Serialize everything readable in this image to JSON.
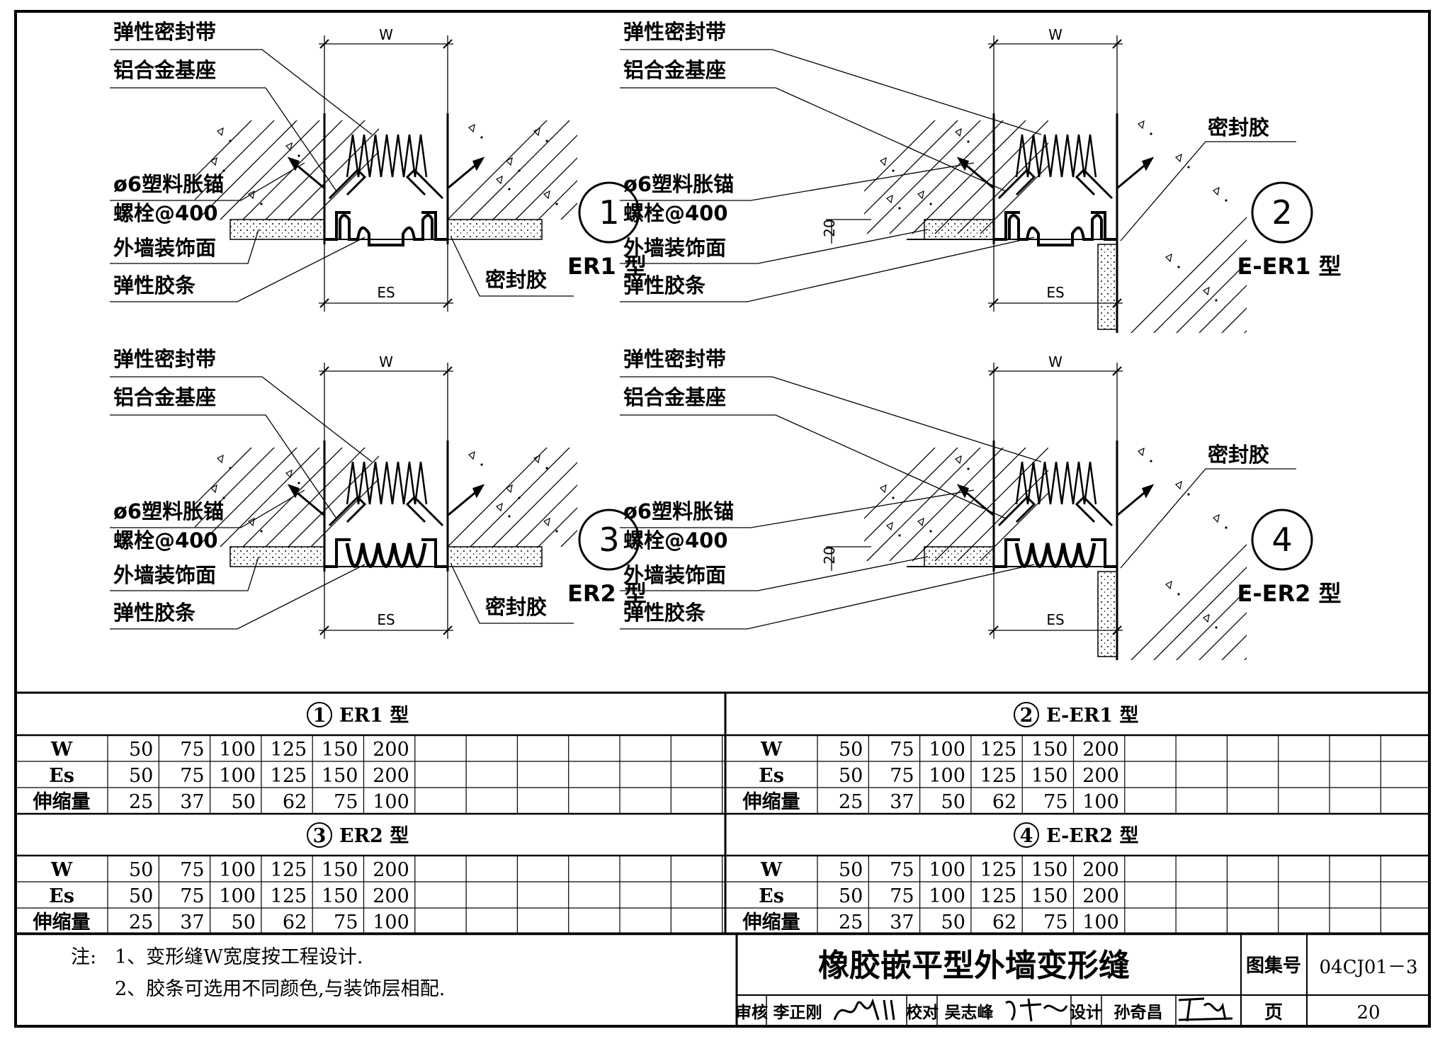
{
  "details": [
    {
      "number": "1",
      "type_label": "ER1 型",
      "variant": "ER1",
      "labels": {
        "seal_strip": "弹性密封带",
        "base": "铝合金基座",
        "anchor": "ø6塑料胀锚",
        "bolt": "螺栓@400",
        "finish": "外墙装饰面",
        "rubber": "弹性胶条",
        "sealant": "密封胶"
      },
      "dims": {
        "w": "W",
        "es": "ES"
      }
    },
    {
      "number": "2",
      "type_label": "E-ER1 型",
      "variant": "E-ER1",
      "labels": {
        "seal_strip": "弹性密封带",
        "base": "铝合金基座",
        "anchor": "ø6塑料胀锚",
        "bolt": "螺栓@400",
        "finish": "外墙装饰面",
        "rubber": "弹性胶条",
        "sealant": "密封胶"
      },
      "dims": {
        "w": "W",
        "es": "ES",
        "offset": "20"
      }
    },
    {
      "number": "3",
      "type_label": "ER2 型",
      "variant": "ER2",
      "labels": {
        "seal_strip": "弹性密封带",
        "base": "铝合金基座",
        "anchor": "ø6塑料胀锚",
        "bolt": "螺栓@400",
        "finish": "外墙装饰面",
        "rubber": "弹性胶条",
        "sealant": "密封胶"
      },
      "dims": {
        "w": "W",
        "es": "ES"
      }
    },
    {
      "number": "4",
      "type_label": "E-ER2 型",
      "variant": "E-ER2",
      "labels": {
        "seal_strip": "弹性密封带",
        "base": "铝合金基座",
        "anchor": "ø6塑料胀锚",
        "bolt": "螺栓@400",
        "finish": "外墙装饰面",
        "rubber": "弹性胶条",
        "sealant": "密封胶"
      },
      "dims": {
        "w": "W",
        "es": "ES",
        "offset": "20"
      }
    }
  ],
  "tables": [
    {
      "number": "1",
      "title": "ER1 型",
      "rows": [
        {
          "header": "W",
          "values": [
            "50",
            "75",
            "100",
            "125",
            "150",
            "200"
          ]
        },
        {
          "header": "Es",
          "values": [
            "50",
            "75",
            "100",
            "125",
            "150",
            "200"
          ]
        },
        {
          "header": "伸缩量",
          "values": [
            "25",
            "37",
            "50",
            "62",
            "75",
            "100"
          ]
        }
      ]
    },
    {
      "number": "2",
      "title": "E-ER1 型",
      "rows": [
        {
          "header": "W",
          "values": [
            "50",
            "75",
            "100",
            "125",
            "150",
            "200"
          ]
        },
        {
          "header": "Es",
          "values": [
            "50",
            "75",
            "100",
            "125",
            "150",
            "200"
          ]
        },
        {
          "header": "伸缩量",
          "values": [
            "25",
            "37",
            "50",
            "62",
            "75",
            "100"
          ]
        }
      ]
    },
    {
      "number": "3",
      "title": "ER2 型",
      "rows": [
        {
          "header": "W",
          "values": [
            "50",
            "75",
            "100",
            "125",
            "150",
            "200"
          ]
        },
        {
          "header": "Es",
          "values": [
            "50",
            "75",
            "100",
            "125",
            "150",
            "200"
          ]
        },
        {
          "header": "伸缩量",
          "values": [
            "25",
            "37",
            "50",
            "62",
            "75",
            "100"
          ]
        }
      ]
    },
    {
      "number": "4",
      "title": "E-ER2 型",
      "rows": [
        {
          "header": "W",
          "values": [
            "50",
            "75",
            "100",
            "125",
            "150",
            "200"
          ]
        },
        {
          "header": "Es",
          "values": [
            "50",
            "75",
            "100",
            "125",
            "150",
            "200"
          ]
        },
        {
          "header": "伸缩量",
          "values": [
            "25",
            "37",
            "50",
            "62",
            "75",
            "100"
          ]
        }
      ]
    }
  ],
  "notes": {
    "prefix": "注:",
    "items": [
      "1、变形缝W宽度按工程设计.",
      "2、胶条可选用不同颜色,与装饰层相配."
    ]
  },
  "title_block": {
    "title": "橡胶嵌平型外墙变形缝",
    "atlas_label": "图集号",
    "atlas_no": "04CJ01－3",
    "page_label": "页",
    "page_no": "20",
    "review_label": "审核",
    "reviewer": "李正刚",
    "check_label": "校对",
    "checker": "吴志峰",
    "design_label": "设计",
    "designer": "孙奇昌"
  }
}
